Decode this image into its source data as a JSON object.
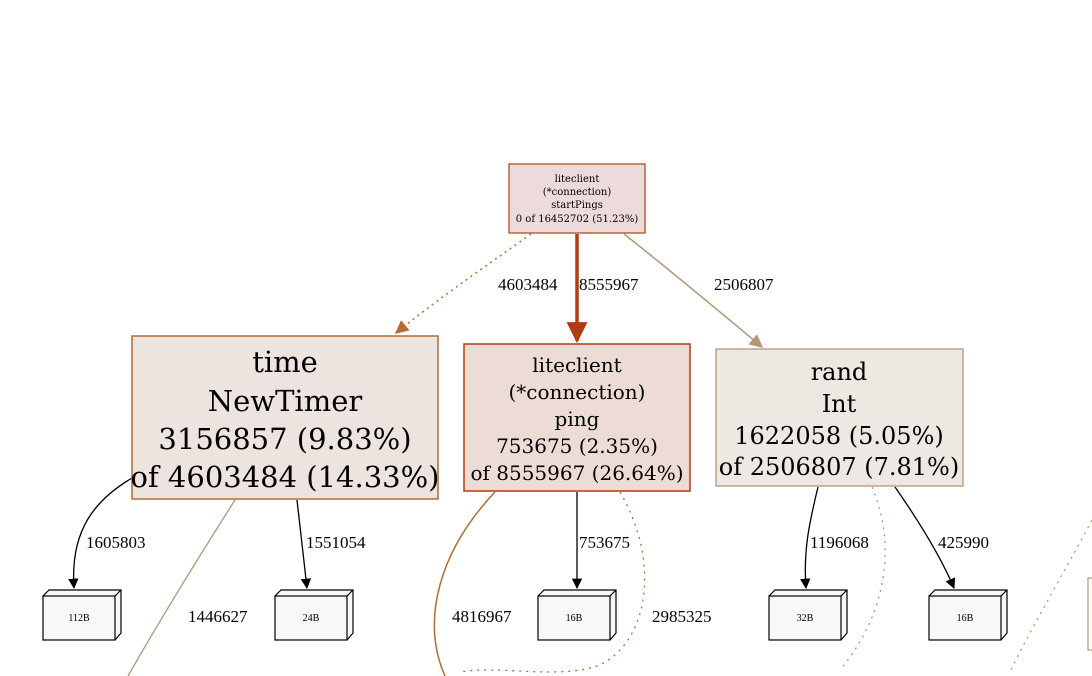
{
  "nodes": {
    "startpings": {
      "lines": [
        "liteclient",
        "(*connection)",
        "startPings",
        "0 of 16452702 (51.23%)"
      ],
      "fill": "#eddada",
      "stroke": "#b23c12"
    },
    "newtimer": {
      "lines": [
        "time",
        "NewTimer",
        "3156857 (9.83%)",
        "of 4603484 (14.33%)"
      ],
      "fill": "#ede3df",
      "stroke": "#b36c33"
    },
    "ping": {
      "lines": [
        "liteclient",
        "(*connection)",
        "ping",
        "753675 (2.35%)",
        "of 8555967 (26.64%)"
      ],
      "fill": "#eddcd5",
      "stroke": "#b23c12"
    },
    "randint": {
      "lines": [
        "rand",
        "Int",
        "1622058 (5.05%)",
        "of 2506807 (7.81%)"
      ],
      "fill": "#ede8e2",
      "stroke": "#b29776"
    }
  },
  "edge_labels": {
    "startpings_newtimer": "4603484",
    "startpings_ping": "8555967",
    "startpings_randint": "2506807",
    "newtimer_112b": "1605803",
    "newtimer_24b": "1551054",
    "newtimer_offscreen": "1446627",
    "ping_16b": "753675",
    "ping_offscreen_left": "4816967",
    "ping_offscreen_right": "2985325",
    "randint_32b": "1196068",
    "randint_16b": "425990"
  },
  "alloc_boxes": {
    "b112": "112B",
    "b24": "24B",
    "b16_ping": "16B",
    "b32": "32B",
    "b16_rand": "16B"
  },
  "colors": {
    "edge_dark": "#b23c12",
    "edge_mid": "#b36c33",
    "edge_light": "#b29776",
    "edge_black": "#000000"
  }
}
